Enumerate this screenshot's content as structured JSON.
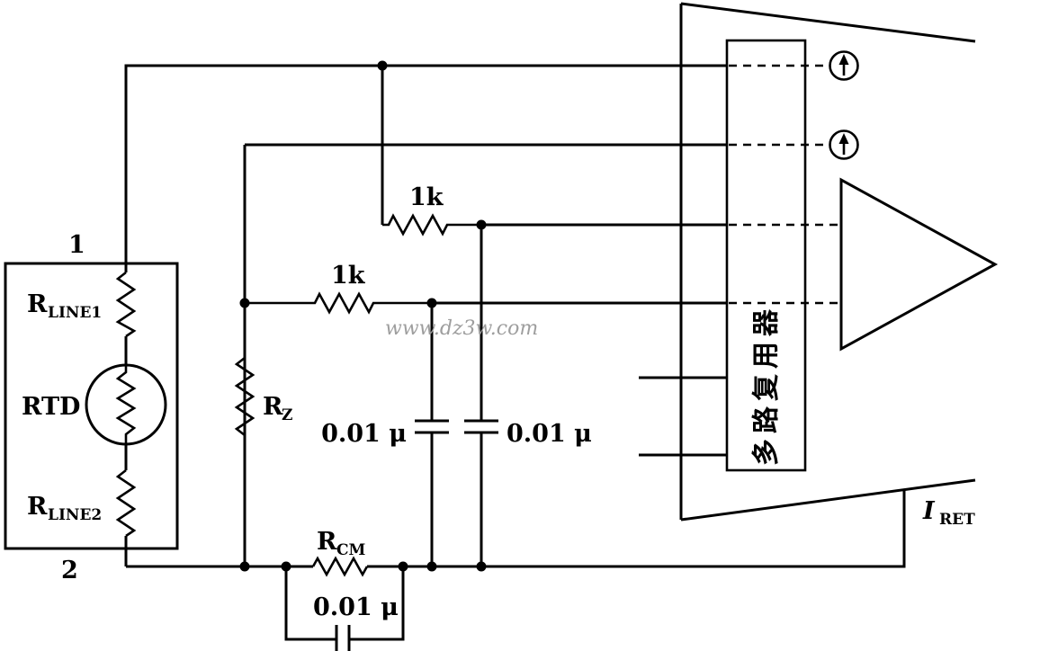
{
  "diagram": {
    "watermark": "www.dz3w.com",
    "terminal_top": "1",
    "terminal_bottom": "2",
    "r_line1": {
      "main": "R",
      "sub": "LINE1"
    },
    "rtd": "RTD",
    "r_line2": {
      "main": "R",
      "sub": "LINE2"
    },
    "r_top": "1k",
    "r_mid": "1k",
    "r_z": {
      "main": "R",
      "sub": "Z"
    },
    "r_cm": {
      "main": "R",
      "sub": "CM"
    },
    "cap_left": "0.01 μ",
    "cap_right": "0.01 μ",
    "cap_bottom": "0.01 μ",
    "mux": "多路复用器",
    "i_ret": {
      "main": "I",
      "sub": "RET"
    },
    "colors": {
      "line": "#000000",
      "bg": "#ffffff",
      "watermark": "#9e9e9e"
    }
  }
}
